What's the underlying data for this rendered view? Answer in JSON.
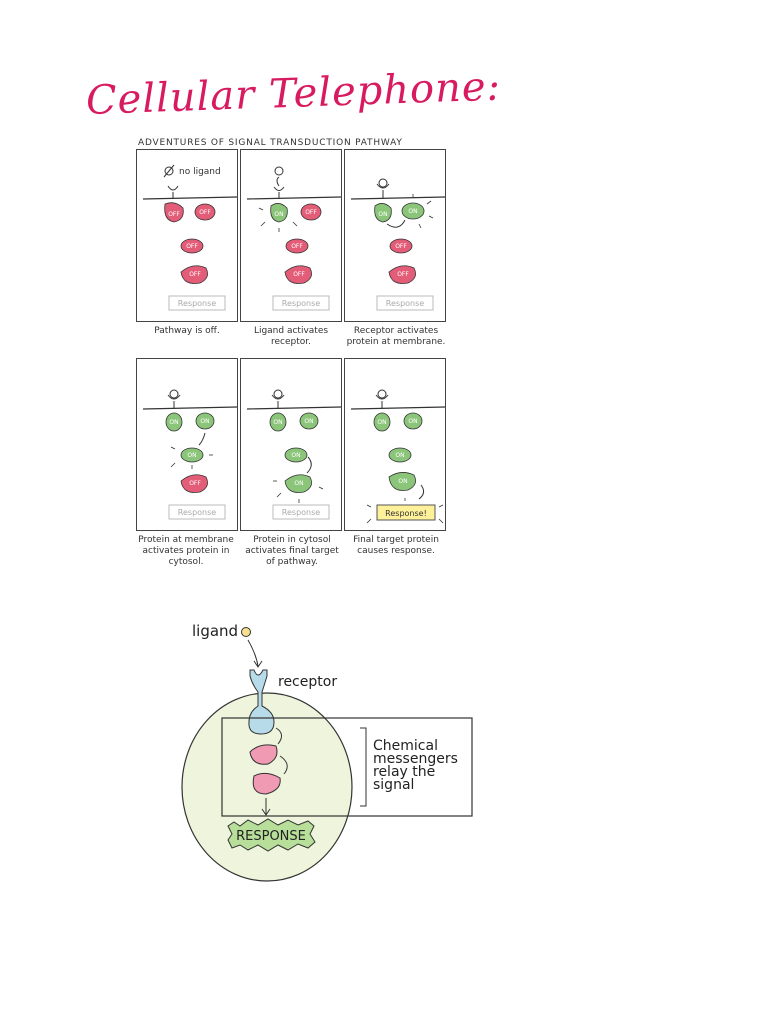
{
  "page": {
    "title": "Cellular Telephone:",
    "subtitle": "ADVENTURES OF SIGNAL TRANSDUCTION PATHWAY"
  },
  "panels": [
    {
      "caption_line1": "Pathway is off.",
      "caption_line2": "",
      "caption_line3": "",
      "annotation": "no ligand",
      "response": "Response"
    },
    {
      "caption_line1": "Ligand activates",
      "caption_line2": "receptor.",
      "caption_line3": "",
      "response": "Response"
    },
    {
      "caption_line1": "Receptor activates",
      "caption_line2": "protein at membrane.",
      "caption_line3": "",
      "response": "Response"
    },
    {
      "caption_line1": "Protein at membrane",
      "caption_line2": "activates protein in",
      "caption_line3": "cytosol.",
      "response": "Response"
    },
    {
      "caption_line1": "Protein in cytosol",
      "caption_line2": "activates final target",
      "caption_line3": "of pathway.",
      "response": "Response"
    },
    {
      "caption_line1": "Final target protein",
      "caption_line2": "causes response.",
      "caption_line3": "",
      "response": "Response!"
    }
  ],
  "state_labels": {
    "on": "ON",
    "off": "OFF"
  },
  "cell_diagram": {
    "ligand": "ligand",
    "receptor": "receptor",
    "note_line1": "Chemical",
    "note_line2": "messengers",
    "note_line3": "relay the",
    "note_line4": "signal",
    "response": "RESPONSE"
  },
  "colors": {
    "title": "#d81b60",
    "on_fill": "#8bc57a",
    "off_fill": "#e35d78",
    "response_active": "#fff09a",
    "cell_fill": "#eef5dc",
    "receptor_fill": "#b8dbe9",
    "messenger_fill": "#f19ab4"
  }
}
